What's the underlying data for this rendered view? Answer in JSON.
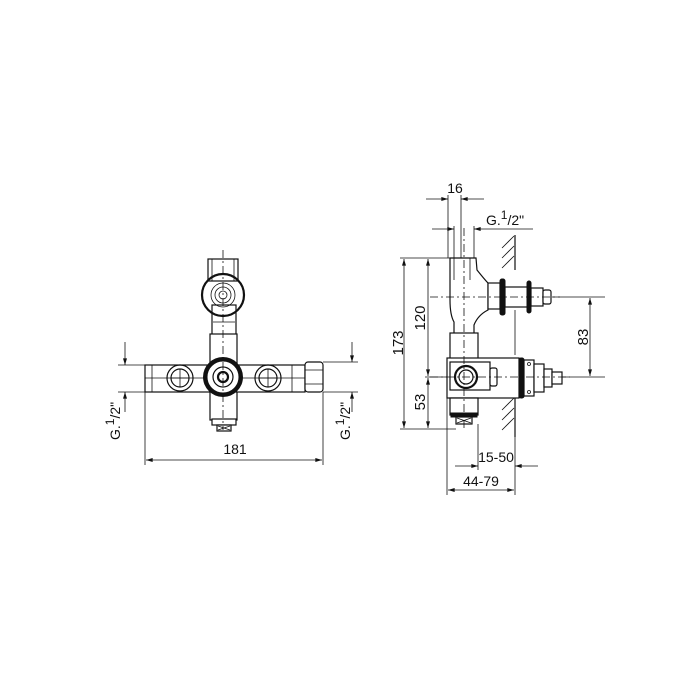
{
  "drawing": {
    "type": "technical-dimension-drawing",
    "subject": "concealed thermostatic mixer valve body",
    "front_view": {
      "dimensions": {
        "overall_width": "181",
        "left_thread": "G.1/2\"",
        "right_thread": "G.1/2\""
      }
    },
    "side_view": {
      "dimensions": {
        "top_width": "16",
        "top_thread": "G.1/2\"",
        "overall_height": "173",
        "upper_height": "120",
        "lower_height": "53",
        "spindle_spacing": "83",
        "wall_depth_range": "15-50",
        "install_depth_range": "44-79"
      }
    }
  },
  "labels": {
    "w181": "181",
    "thread_left_main": "G.",
    "thread_left_sup": "1",
    "thread_left_rest": "/2\"",
    "thread_right_main": "G.",
    "thread_right_sup": "1",
    "thread_right_rest": "/2\"",
    "top16": "16",
    "top_thread_main": "G.",
    "top_thread_sup": "1",
    "top_thread_rest": "/2\"",
    "h173": "173",
    "h120": "120",
    "h53": "53",
    "d83": "83",
    "r1550": "15-50",
    "r4479": "44-79"
  }
}
